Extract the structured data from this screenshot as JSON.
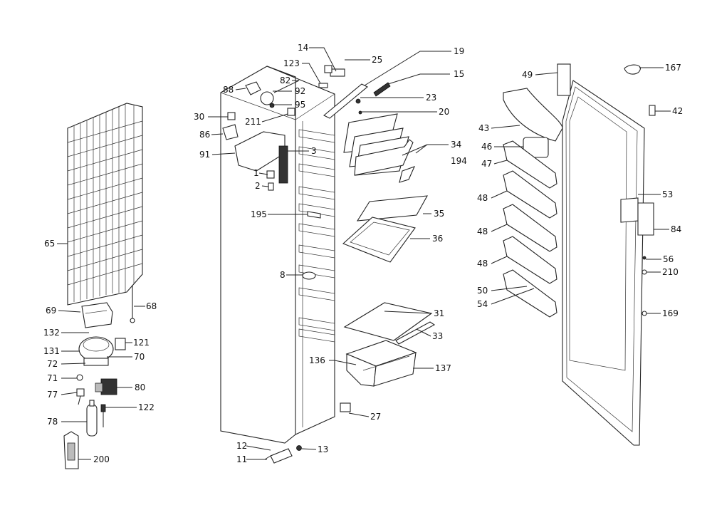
{
  "diagram": {
    "callouts": [
      {
        "id": "65",
        "text": "65"
      },
      {
        "id": "69",
        "text": "69"
      },
      {
        "id": "68",
        "text": "68"
      },
      {
        "id": "132",
        "text": "132"
      },
      {
        "id": "121",
        "text": "121"
      },
      {
        "id": "131",
        "text": "131"
      },
      {
        "id": "70",
        "text": "70"
      },
      {
        "id": "72",
        "text": "72"
      },
      {
        "id": "71",
        "text": "71"
      },
      {
        "id": "77",
        "text": "77"
      },
      {
        "id": "80",
        "text": "80"
      },
      {
        "id": "122",
        "text": "122"
      },
      {
        "id": "78",
        "text": "78"
      },
      {
        "id": "200",
        "text": "200"
      },
      {
        "id": "14",
        "text": "14"
      },
      {
        "id": "123",
        "text": "123"
      },
      {
        "id": "25",
        "text": "25"
      },
      {
        "id": "82",
        "text": "82"
      },
      {
        "id": "88",
        "text": "88"
      },
      {
        "id": "92",
        "text": "92"
      },
      {
        "id": "95",
        "text": "95"
      },
      {
        "id": "30",
        "text": "30"
      },
      {
        "id": "211",
        "text": "211"
      },
      {
        "id": "86",
        "text": "86"
      },
      {
        "id": "91",
        "text": "91"
      },
      {
        "id": "3",
        "text": "3"
      },
      {
        "id": "1",
        "text": "1"
      },
      {
        "id": "2",
        "text": "2"
      },
      {
        "id": "195",
        "text": "195"
      },
      {
        "id": "8",
        "text": "8"
      },
      {
        "id": "12",
        "text": "12"
      },
      {
        "id": "13",
        "text": "13"
      },
      {
        "id": "11",
        "text": "11"
      },
      {
        "id": "19",
        "text": "19"
      },
      {
        "id": "15",
        "text": "15"
      },
      {
        "id": "23",
        "text": "23"
      },
      {
        "id": "20",
        "text": "20"
      },
      {
        "id": "34",
        "text": "34"
      },
      {
        "id": "194",
        "text": "194"
      },
      {
        "id": "35",
        "text": "35"
      },
      {
        "id": "36",
        "text": "36"
      },
      {
        "id": "31",
        "text": "31"
      },
      {
        "id": "33",
        "text": "33"
      },
      {
        "id": "136",
        "text": "136"
      },
      {
        "id": "137",
        "text": "137"
      },
      {
        "id": "27",
        "text": "27"
      },
      {
        "id": "49",
        "text": "49"
      },
      {
        "id": "167",
        "text": "167"
      },
      {
        "id": "42",
        "text": "42"
      },
      {
        "id": "43",
        "text": "43"
      },
      {
        "id": "46",
        "text": "46"
      },
      {
        "id": "47",
        "text": "47"
      },
      {
        "id": "48a",
        "text": "48"
      },
      {
        "id": "53",
        "text": "53"
      },
      {
        "id": "48b",
        "text": "48"
      },
      {
        "id": "84",
        "text": "84"
      },
      {
        "id": "56",
        "text": "56"
      },
      {
        "id": "48c",
        "text": "48"
      },
      {
        "id": "210",
        "text": "210"
      },
      {
        "id": "50",
        "text": "50"
      },
      {
        "id": "54",
        "text": "54"
      },
      {
        "id": "169",
        "text": "169"
      }
    ]
  }
}
